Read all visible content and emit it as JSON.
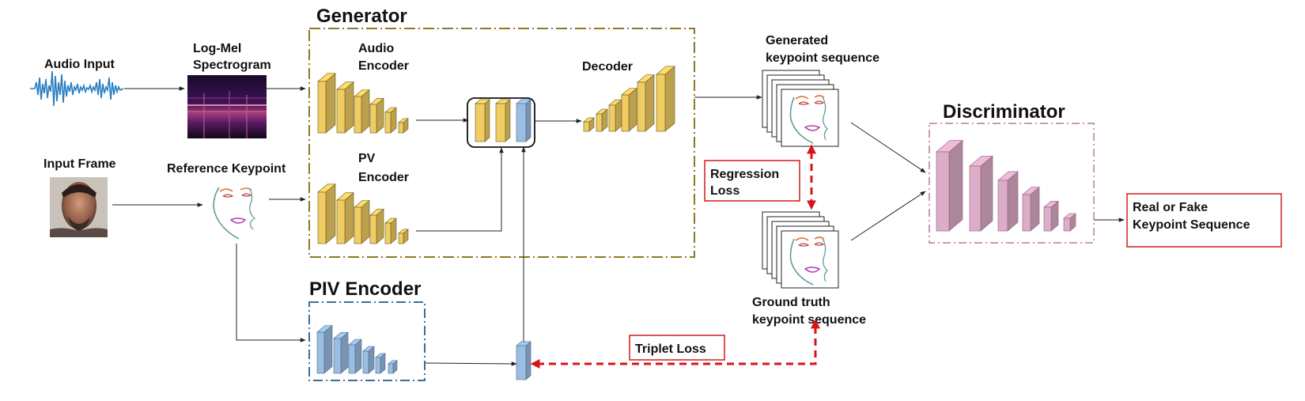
{
  "labels": {
    "audio_input": "Audio Input",
    "logmel_1": "Log-Mel",
    "logmel_2": "Spectrogram",
    "generator": "Generator",
    "audio_enc_1": "Audio",
    "audio_enc_2": "Encoder",
    "pv_enc_1": "PV",
    "pv_enc_2": "Encoder",
    "decoder": "Decoder",
    "generated_1": "Generated",
    "generated_2": "keypoint sequence",
    "input_frame": "Input Frame",
    "reference_keypoint": "Reference Keypoint",
    "regression_1": "Regression",
    "regression_2": "Loss",
    "piv_encoder": "PIV Encoder",
    "ground_truth_1": "Ground truth",
    "ground_truth_2": "keypoint sequence",
    "triplet_loss": "Triplet Loss",
    "discriminator": "Discriminator",
    "output_1": "Real or Fake",
    "output_2": "Keypoint Sequence"
  },
  "colors": {
    "encoder_yellow": "#f0cd63",
    "piv_blue": "#9bbde2",
    "disc_pink": "#dcadc8",
    "generator_border": "#8a7a25",
    "piv_border": "#3d6e9a",
    "disc_border": "#c79ab5",
    "loss_red": "#d8141a"
  },
  "icons": {
    "audio": "waveform-icon",
    "spectrogram": "spectrogram-image",
    "frame": "face-photo",
    "keypoint": "face-keypoint-sketch"
  }
}
